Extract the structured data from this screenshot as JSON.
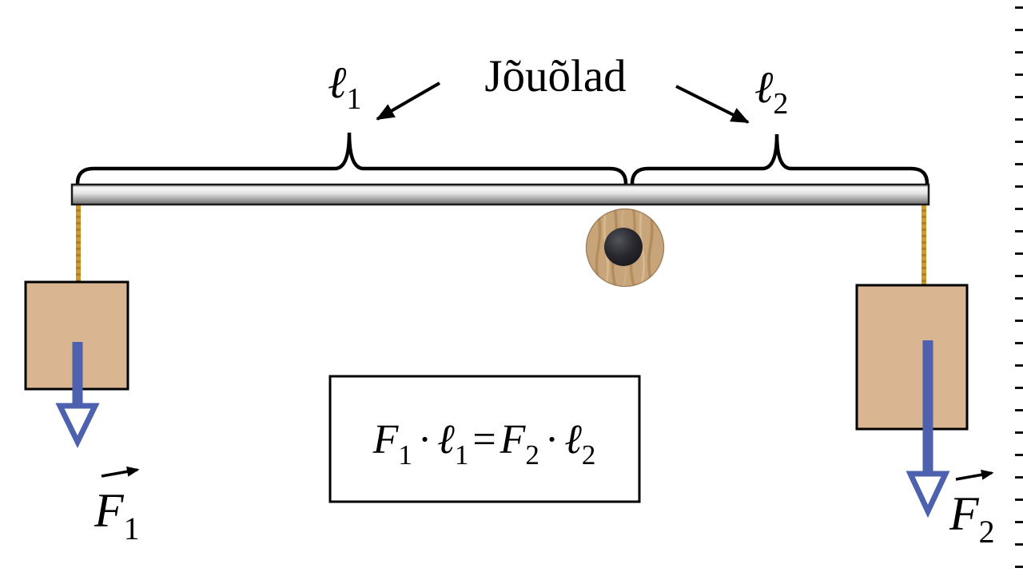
{
  "diagram": {
    "title": "Jõuõlad",
    "arm1": {
      "symbol": "ℓ",
      "sub": "1"
    },
    "arm2": {
      "symbol": "ℓ",
      "sub": "2"
    },
    "force1": {
      "symbol": "F",
      "sub": "1"
    },
    "force2": {
      "symbol": "F",
      "sub": "2"
    },
    "formula": {
      "f": "F",
      "ell": "ℓ",
      "sub1": "1",
      "sub2": "2",
      "dot": "·",
      "equals": "="
    },
    "colors": {
      "force_arrow": "#4d61ae",
      "weight_fill": "#d9b592",
      "string": "#cf9a2e",
      "wood": "#c7a47a",
      "pivot_center": "#222228",
      "outline": "#000000"
    }
  }
}
